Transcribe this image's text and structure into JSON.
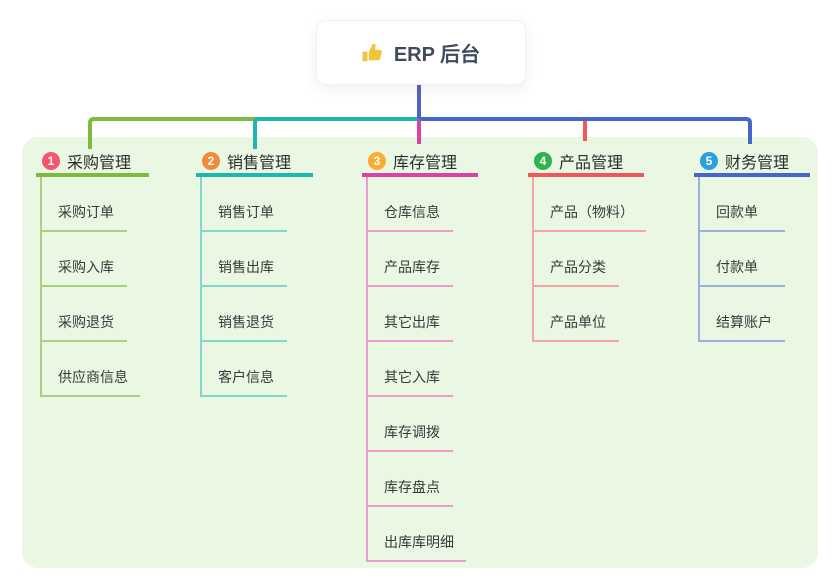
{
  "app": {
    "kind": "erp-mindmap"
  },
  "panel": {
    "background": "#e9f7e3"
  },
  "root": {
    "icon": "thumbs-up-icon",
    "icon_color": "#f2c33c",
    "label": "ERP 后台",
    "trunk_color": "#4f63c6"
  },
  "branches": [
    {
      "index": "1",
      "title": "采购管理",
      "badge_color": "#f4566e",
      "line_color": "#7cbb3f",
      "child_line_color": "#a9d07e",
      "children": [
        "采购订单",
        "采购入库",
        "采购退货",
        "供应商信息"
      ]
    },
    {
      "index": "2",
      "title": "销售管理",
      "badge_color": "#f08a3c",
      "line_color": "#1fb6ad",
      "child_line_color": "#82d7cd",
      "children": [
        "销售订单",
        "销售出库",
        "销售退货",
        "客户信息"
      ]
    },
    {
      "index": "3",
      "title": "库存管理",
      "badge_color": "#f9ad33",
      "line_color": "#d844a5",
      "child_line_color": "#ec9bd0",
      "children": [
        "仓库信息",
        "产品库存",
        "其它出库",
        "其它入库",
        "库存调拨",
        "库存盘点",
        "出库库明细"
      ]
    },
    {
      "index": "4",
      "title": "产品管理",
      "badge_color": "#2eb34f",
      "line_color": "#f1575a",
      "child_line_color": "#f7a4a2",
      "children": [
        "产品（物料）",
        "产品分类",
        "产品单位"
      ]
    },
    {
      "index": "5",
      "title": "财务管理",
      "badge_color": "#2d9fdf",
      "line_color": "#4766cc",
      "child_line_color": "#9cb0e0",
      "children": [
        "回款单",
        "付款单",
        "结算账户"
      ]
    }
  ]
}
